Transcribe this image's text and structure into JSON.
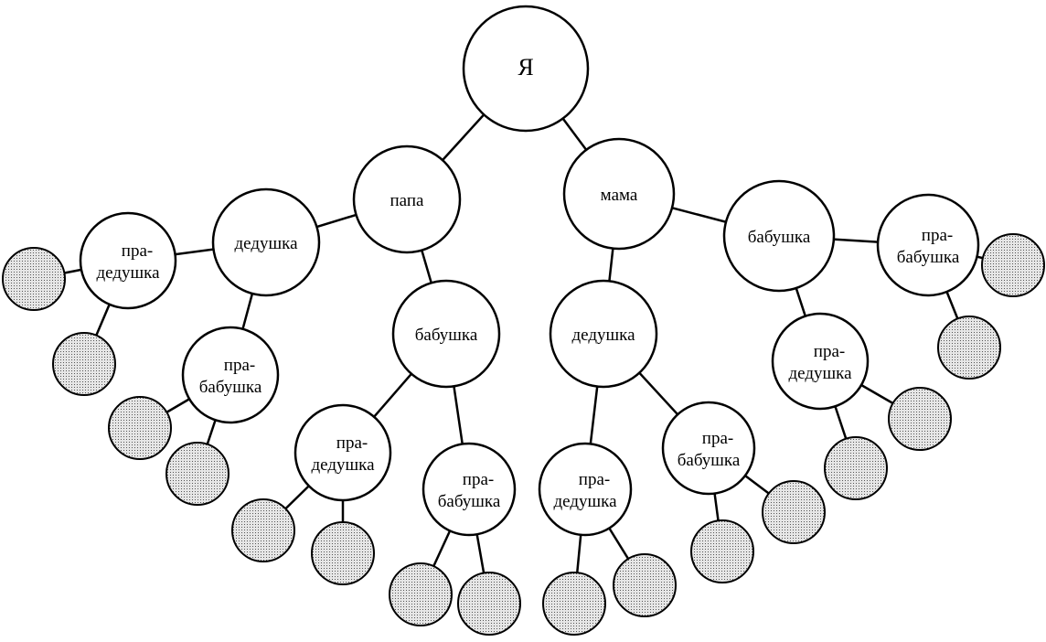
{
  "diagram": {
    "type": "family-tree",
    "nodes": [
      {
        "id": "me",
        "lines": [
          "Я"
        ]
      },
      {
        "id": "papa",
        "lines": [
          "папа"
        ]
      },
      {
        "id": "mama",
        "lines": [
          "мама"
        ]
      },
      {
        "id": "p_ded",
        "lines": [
          "дедушка"
        ]
      },
      {
        "id": "p_bab",
        "lines": [
          "бабушка"
        ]
      },
      {
        "id": "p_ded_praded",
        "lines": [
          "пра-",
          "дедушка"
        ]
      },
      {
        "id": "p_ded_prabab",
        "lines": [
          "пра-",
          "бабушка"
        ]
      },
      {
        "id": "p_bab_praded",
        "lines": [
          "пра-",
          "дедушка"
        ]
      },
      {
        "id": "p_bab_prabab",
        "lines": [
          "пра-",
          "бабушка"
        ]
      },
      {
        "id": "m_ded",
        "lines": [
          "дедушка"
        ]
      },
      {
        "id": "m_bab",
        "lines": [
          "бабушка"
        ]
      },
      {
        "id": "m_ded_praded",
        "lines": [
          "пра-",
          "дедушка"
        ]
      },
      {
        "id": "m_ded_prabab",
        "lines": [
          "пра-",
          "бабушка"
        ]
      },
      {
        "id": "m_bab_prabab",
        "lines": [
          "пра-",
          "бабушка"
        ]
      },
      {
        "id": "m_bab_praded",
        "lines": [
          "пра-",
          "дедушка"
        ]
      }
    ],
    "edges": [
      [
        "me",
        "papa"
      ],
      [
        "me",
        "mama"
      ],
      [
        "papa",
        "p_ded"
      ],
      [
        "papa",
        "p_bab"
      ],
      [
        "p_ded",
        "p_ded_praded"
      ],
      [
        "p_ded",
        "p_ded_prabab"
      ],
      [
        "p_bab",
        "p_bab_praded"
      ],
      [
        "p_bab",
        "p_bab_prabab"
      ],
      [
        "mama",
        "m_ded"
      ],
      [
        "mama",
        "m_bab"
      ],
      [
        "m_ded",
        "m_ded_praded"
      ],
      [
        "m_ded",
        "m_ded_prabab"
      ],
      [
        "m_bab",
        "m_bab_prabab"
      ],
      [
        "m_bab",
        "m_bab_praded"
      ]
    ],
    "unnamed_leaf_parents": [
      "p_ded_praded",
      "p_ded_praded",
      "p_ded_prabab",
      "p_ded_prabab",
      "p_bab_praded",
      "p_bab_praded",
      "p_bab_prabab",
      "p_bab_prabab",
      "m_ded_praded",
      "m_ded_praded",
      "m_ded_prabab",
      "m_ded_prabab",
      "m_bab_praded",
      "m_bab_praded",
      "m_bab_prabab",
      "m_bab_prabab"
    ]
  }
}
